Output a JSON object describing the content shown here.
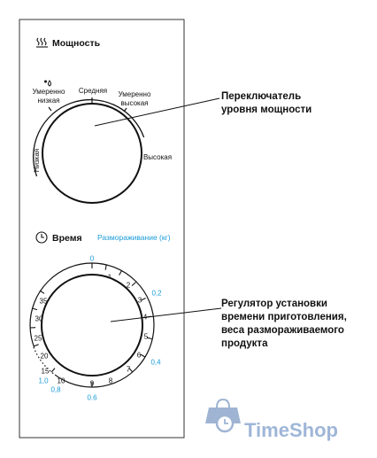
{
  "power": {
    "heading": "Мощность",
    "icon": "waves-icon",
    "positions": {
      "low": "Низкая",
      "medium_low_line1": "Умеренно",
      "medium_low_line2": "низкая",
      "medium": "Средняя",
      "medium_high_line1": "Умеренно",
      "medium_high_line2": "высокая",
      "high": "Высокая"
    },
    "defrost_icon": "droplet-icon"
  },
  "time": {
    "heading": "Время",
    "icon": "clock-icon",
    "defrost_label": "Размораживание (кг)",
    "minute_marks": [
      "1",
      "2",
      "3",
      "4",
      "5",
      "6",
      "7",
      "8",
      "9",
      "10",
      "15",
      "20",
      "25",
      "30",
      "35"
    ],
    "weight_marks": [
      "0",
      "0,2",
      "0,4",
      "0.6",
      "0,8",
      "1,0"
    ]
  },
  "callouts": {
    "power_line1": "Переключатель",
    "power_line2": "уровня мощности",
    "timer_line1": "Регулятор установки",
    "timer_line2": "времени приготовления,",
    "timer_line3": "веса размораживаемого",
    "timer_line4": "продукта"
  },
  "watermark": {
    "brand": "TimeShop"
  },
  "colors": {
    "accent_blue": "#1a9bd7",
    "watermark": "#9fb6d8"
  }
}
